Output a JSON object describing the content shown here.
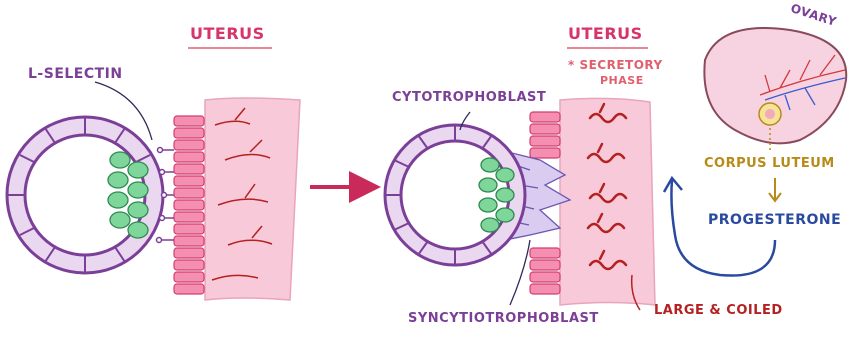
{
  "labels": {
    "uterus_left": "UTERUS",
    "l_selectin": "L-SELECTIN",
    "uterus_right": "UTERUS",
    "secretory_star": "* SECRETORY",
    "secretory_phase": "PHASE",
    "cytotrophoblast": "CYTOTROPHOBLAST",
    "syncytiotrophoblast": "SYNCYTIOTROPHOBLAST",
    "ovary": "OVARY",
    "corpus_luteum": "CORPUS LUTEUM",
    "progesterone": "PROGESTERONE",
    "large_coiled_prefix": "LARGE & ",
    "large_coiled_emph": "COILED"
  },
  "colors": {
    "blastocyst_outline": "#7b3f98",
    "blastocyst_fill": "#e9d8f0",
    "inner_cell_mass": "#7fd69a",
    "uterine_tissue": "#f8c9d8",
    "epithelium": "#e8618a",
    "vessels": "#b52020",
    "ovary_fill": "#f7d3e2",
    "arrow_main": "#c92a5a",
    "arrow_feedback": "#2a4aa0",
    "arrow_down": "#b88a17"
  }
}
